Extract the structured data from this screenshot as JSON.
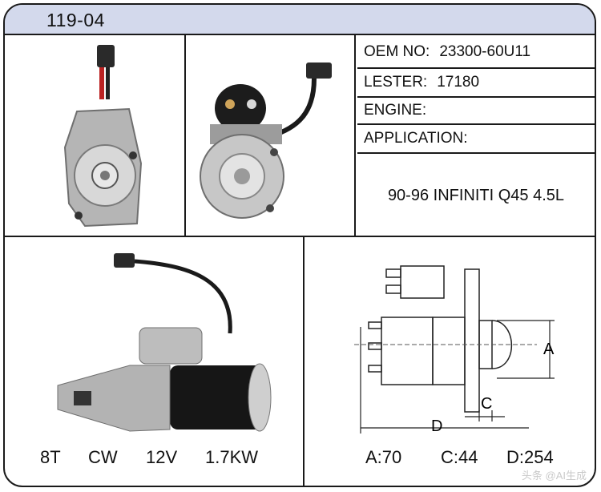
{
  "header": {
    "part_code": "119-04"
  },
  "specs": [
    {
      "label": "OEM NO:",
      "value": "23300-60U11"
    },
    {
      "label": "LESTER:",
      "value": "17180"
    },
    {
      "label": "ENGINE:",
      "value": ""
    },
    {
      "label": "APPLICATION:",
      "value": ""
    }
  ],
  "application_text": "90-96 INFINITI Q45 4.5L",
  "motor_specs": {
    "teeth": "8T",
    "rotation": "CW",
    "voltage": "12V",
    "power": "1.7KW"
  },
  "drawing": {
    "labels": {
      "a": "A",
      "c": "C",
      "d": "D"
    },
    "dimensions": {
      "a": "A:70",
      "c": "C:44",
      "d": "D:254"
    }
  },
  "watermark": "头条 @AI生成",
  "colors": {
    "header_bg": "#d3d9ec",
    "border": "#1a1a1a"
  }
}
